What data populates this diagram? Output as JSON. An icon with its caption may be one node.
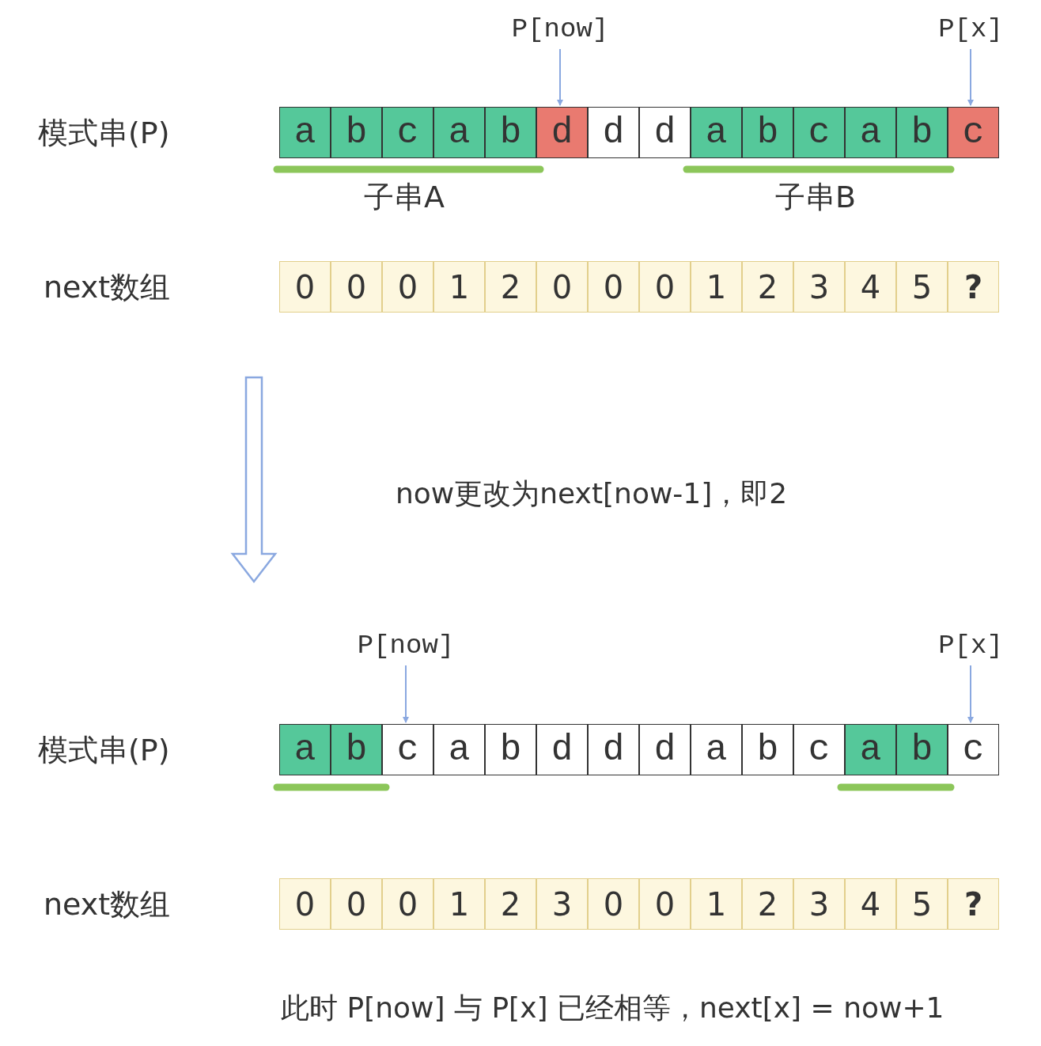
{
  "diagram": {
    "nodes": [
      {
        "text": [
          "P[now]"
        ]
      },
      {
        "text": [
          "P[x]"
        ]
      },
      {
        "text": [
          "a"
        ]
      },
      {
        "text": [
          "b"
        ]
      },
      {
        "text": [
          "c"
        ]
      },
      {
        "text": [
          "a"
        ]
      },
      {
        "text": [
          "b"
        ]
      },
      {
        "text": [
          "d"
        ]
      },
      {
        "text": [
          "d"
        ]
      },
      {
        "text": [
          "d"
        ]
      },
      {
        "text": [
          "a"
        ]
      },
      {
        "text": [
          "b"
        ]
      },
      {
        "text": [
          "c"
        ]
      },
      {
        "text": [
          "a"
        ]
      },
      {
        "text": [
          "b"
        ]
      },
      {
        "text": [
          "c"
        ]
      },
      {
        "text": [
          "P[now]"
        ]
      },
      {
        "text": [
          "P[x]"
        ]
      },
      {
        "text": [
          "a"
        ]
      },
      {
        "text": [
          "b"
        ]
      },
      {
        "text": [
          "c"
        ]
      },
      {
        "text": [
          "a"
        ]
      },
      {
        "text": [
          "b"
        ]
      },
      {
        "text": [
          "d"
        ]
      },
      {
        "text": [
          "d"
        ]
      },
      {
        "text": [
          "d"
        ]
      },
      {
        "text": [
          "a"
        ]
      },
      {
        "text": [
          "b"
        ]
      },
      {
        "text": [
          "c"
        ]
      },
      {
        "text": [
          "a"
        ]
      },
      {
        "text": [
          "b"
        ]
      },
      {
        "text": [
          "c"
        ]
      }
    ],
    "edges": [
      {
        "from": 0,
        "to": 7,
        "arrow": "to"
      },
      {
        "from": 1,
        "to": 15,
        "arrow": "to"
      },
      {
        "from": 16,
        "to": 20,
        "arrow": "to"
      },
      {
        "from": 17,
        "to": 31,
        "arrow": "to"
      }
    ],
    "labels": [
      "模式串(P)",
      "子串A",
      "子串B",
      "next数组",
      "0",
      "0",
      "0",
      "1",
      "2",
      "0",
      "0",
      "0",
      "1",
      "2",
      "3",
      "4",
      "5",
      "?",
      "now更改为next[now-1]，即2",
      "模式串(P)",
      "next数组",
      "0",
      "0",
      "0",
      "1",
      "2",
      "3",
      "0",
      "0",
      "1",
      "2",
      "3",
      "4",
      "5",
      "?",
      "此时 P[now] 与 P[x] 已经相等，next[x] = now+1"
    ]
  }
}
